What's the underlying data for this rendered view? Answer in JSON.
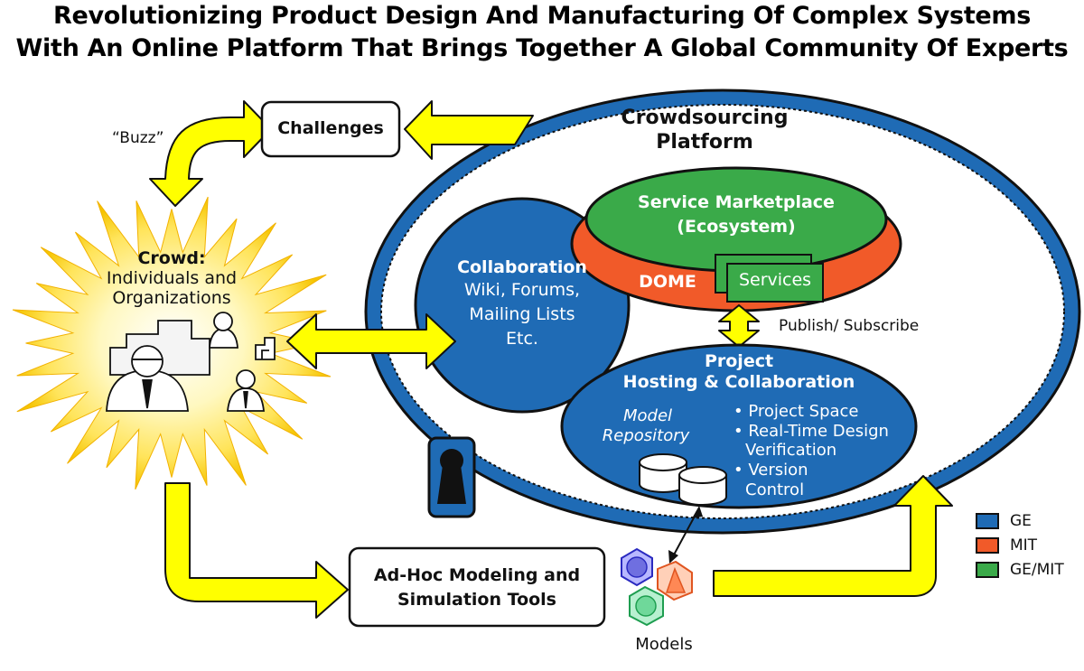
{
  "title": {
    "line1": "Revolutionizing Product Design And Manufacturing Of Complex Systems",
    "line2": "With An Online Platform That Brings Together A Global Community Of Experts"
  },
  "buzz_label": "“Buzz”",
  "challenges": "Challenges",
  "crowd": {
    "heading": "Crowd:",
    "line1": "Individuals and",
    "line2": "Organizations"
  },
  "platform": {
    "line1": "Crowdsourcing",
    "line2": "Platform"
  },
  "service_marketplace": {
    "line1": "Service Marketplace",
    "line2": "(Ecosystem)"
  },
  "dome": "DOME",
  "services": "Services",
  "collaboration": {
    "heading": "Collaboration",
    "line1": "Wiki, Forums,",
    "line2": "Mailing Lists",
    "line3": "Etc."
  },
  "publish_subscribe": "Publish/ Subscribe",
  "project": {
    "line1": "Project",
    "line2": "Hosting & Collaboration",
    "model_repo_line1": "Model",
    "model_repo_line2": "Repository",
    "bullets": [
      "• Project Space",
      "• Real-Time Design",
      "Verification",
      "• Version",
      "Control"
    ]
  },
  "adhoc": {
    "line1": "Ad-Hoc Modeling and",
    "line2": "Simulation Tools"
  },
  "models": "Models",
  "legend": [
    {
      "label": "GE",
      "color": "#1f6bb5"
    },
    {
      "label": "MIT",
      "color": "#f15a29"
    },
    {
      "label": "GE/MIT",
      "color": "#3aaa49"
    }
  ],
  "colors": {
    "ge_blue": "#1f6bb5",
    "mit_orange": "#f15a29",
    "gemit_green": "#3aaa49",
    "arrow_yellow": "#ffff00"
  }
}
